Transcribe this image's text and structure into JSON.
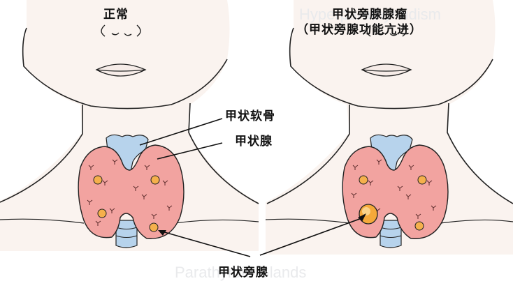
{
  "labels": {
    "normal": "正常",
    "adenoma": "甲状旁腺腺瘤",
    "hyperpara": "（甲状旁腺功能亢进）",
    "cartilage": "甲状软骨",
    "thyroid": "甲状腺",
    "parathyroid": "甲状旁腺"
  },
  "watermarks": {
    "top": "Hyperparathyroidism",
    "bottom": "Parathyroid Glands"
  },
  "colors": {
    "skin": "#faf3ef",
    "outline": "#222222",
    "cartilage": "#b7d3ec",
    "thyroid": "#f2a3a0",
    "parathyroid": "#f5b04c",
    "adenoma": "#f5a93a"
  }
}
